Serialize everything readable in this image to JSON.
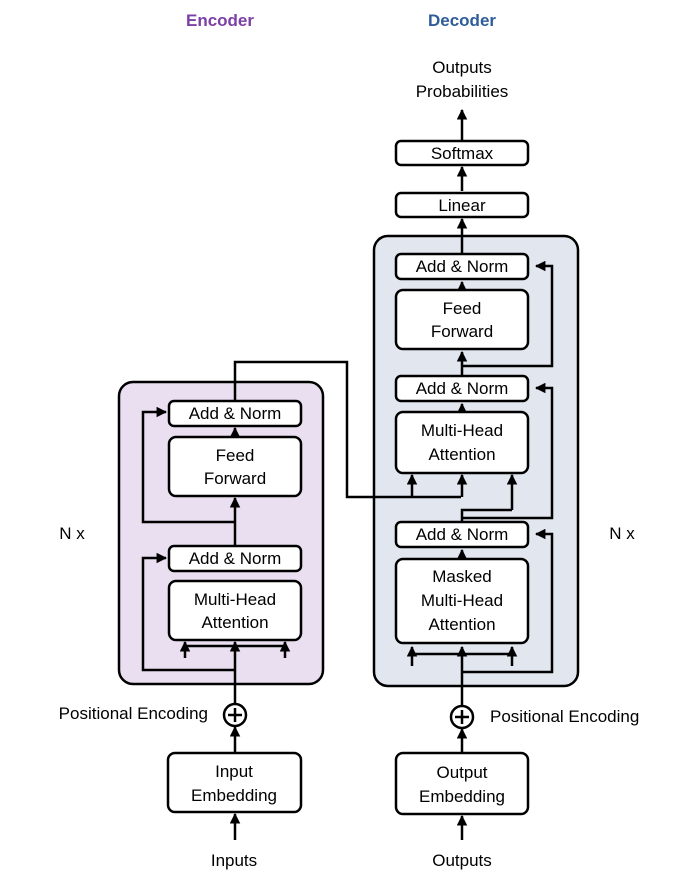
{
  "encoder": {
    "title": "Encoder",
    "repeat_label": "N x",
    "inputs_label": "Inputs",
    "embedding": [
      "Input",
      "Embedding"
    ],
    "positional_encoding": "Positional Encoding",
    "attention": [
      "Multi-Head",
      "Attention"
    ],
    "add_norm_1": "Add & Norm",
    "feed_forward": [
      "Feed",
      "Forward"
    ],
    "add_norm_2": "Add & Norm"
  },
  "decoder": {
    "title": "Decoder",
    "repeat_label": "N x",
    "outputs_label": "Outputs",
    "embedding": [
      "Output",
      "Embedding"
    ],
    "positional_encoding": "Positional Encoding",
    "masked_attention": [
      "Masked",
      "Multi-Head",
      "Attention"
    ],
    "add_norm_1": "Add & Norm",
    "cross_attention": [
      "Multi-Head",
      "Attention"
    ],
    "add_norm_2": "Add & Norm",
    "feed_forward": [
      "Feed",
      "Forward"
    ],
    "add_norm_3": "Add & Norm",
    "linear": "Linear",
    "softmax": "Softmax",
    "output_probabilities": [
      "Outputs",
      "Probabilities"
    ]
  }
}
